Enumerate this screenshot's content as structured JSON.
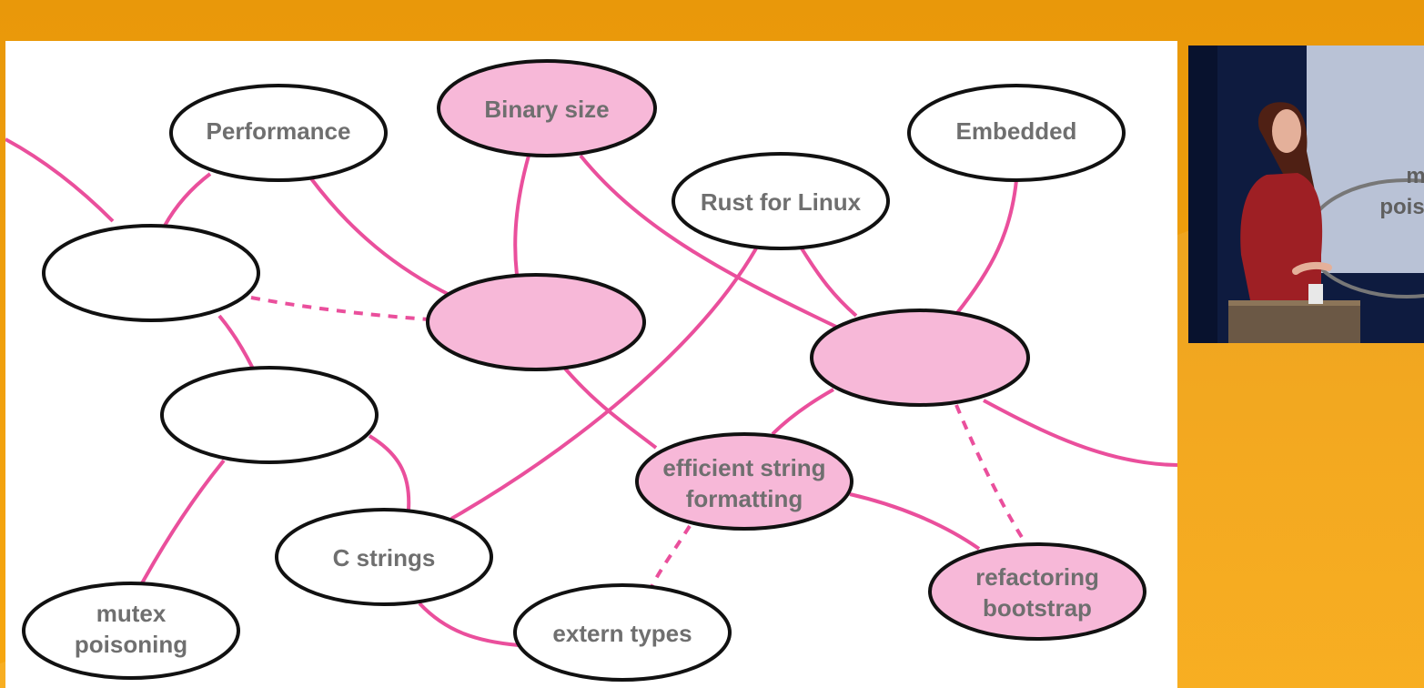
{
  "colors": {
    "background": "#f4a20c",
    "slide": "#ffffff",
    "edge": "#ea4f9c",
    "node_pink": "#f7b8d8",
    "node_white": "#ffffff",
    "node_outline": "#111111",
    "label": "#6f6f6f"
  },
  "diagram": {
    "nodes": [
      {
        "id": "performance",
        "label": "Performance",
        "fill": "white"
      },
      {
        "id": "binary-size",
        "label": "Binary size",
        "fill": "pink"
      },
      {
        "id": "embedded",
        "label": "Embedded",
        "fill": "white"
      },
      {
        "id": "rust-for-linux",
        "label": "Rust for Linux",
        "fill": "white"
      },
      {
        "id": "blank-left",
        "label": "",
        "fill": "white"
      },
      {
        "id": "blank-center",
        "label": "",
        "fill": "pink"
      },
      {
        "id": "blank-right",
        "label": "",
        "fill": "pink"
      },
      {
        "id": "blank-mid-left",
        "label": "",
        "fill": "white"
      },
      {
        "id": "efficient-string-formatting",
        "label": "efficient string formatting",
        "fill": "pink"
      },
      {
        "id": "c-strings",
        "label": "C strings",
        "fill": "white"
      },
      {
        "id": "mutex-poisoning",
        "label": "mutex poisoning",
        "fill": "white"
      },
      {
        "id": "extern-types",
        "label": "extern types",
        "fill": "white"
      },
      {
        "id": "refactoring-bootstrap",
        "label": "refactoring bootstrap",
        "fill": "pink"
      }
    ],
    "edges": [
      {
        "from": "performance",
        "to": "blank-left",
        "style": "solid"
      },
      {
        "from": "performance",
        "to": "blank-center",
        "style": "solid"
      },
      {
        "from": "binary-size",
        "to": "blank-center",
        "style": "solid"
      },
      {
        "from": "binary-size",
        "to": "blank-right",
        "style": "solid"
      },
      {
        "from": "embedded",
        "to": "blank-right",
        "style": "solid"
      },
      {
        "from": "rust-for-linux",
        "to": "blank-right",
        "style": "solid"
      },
      {
        "from": "rust-for-linux",
        "to": "c-strings",
        "style": "solid"
      },
      {
        "from": "blank-left",
        "to": "blank-center",
        "style": "dashed"
      },
      {
        "from": "blank-left",
        "to": "blank-mid-left",
        "style": "solid"
      },
      {
        "from": "blank-mid-left",
        "to": "c-strings",
        "style": "solid"
      },
      {
        "from": "blank-mid-left",
        "to": "mutex-poisoning",
        "style": "solid"
      },
      {
        "from": "blank-center",
        "to": "efficient-string-formatting",
        "style": "solid"
      },
      {
        "from": "blank-right",
        "to": "efficient-string-formatting",
        "style": "solid"
      },
      {
        "from": "blank-right",
        "to": "refactoring-bootstrap",
        "style": "dashed"
      },
      {
        "from": "efficient-string-formatting",
        "to": "refactoring-bootstrap",
        "style": "solid"
      },
      {
        "from": "efficient-string-formatting",
        "to": "extern-types",
        "style": "dashed"
      },
      {
        "from": "c-strings",
        "to": "extern-types",
        "style": "solid"
      }
    ]
  },
  "video": {
    "slide_text": "mutex poisoning"
  }
}
